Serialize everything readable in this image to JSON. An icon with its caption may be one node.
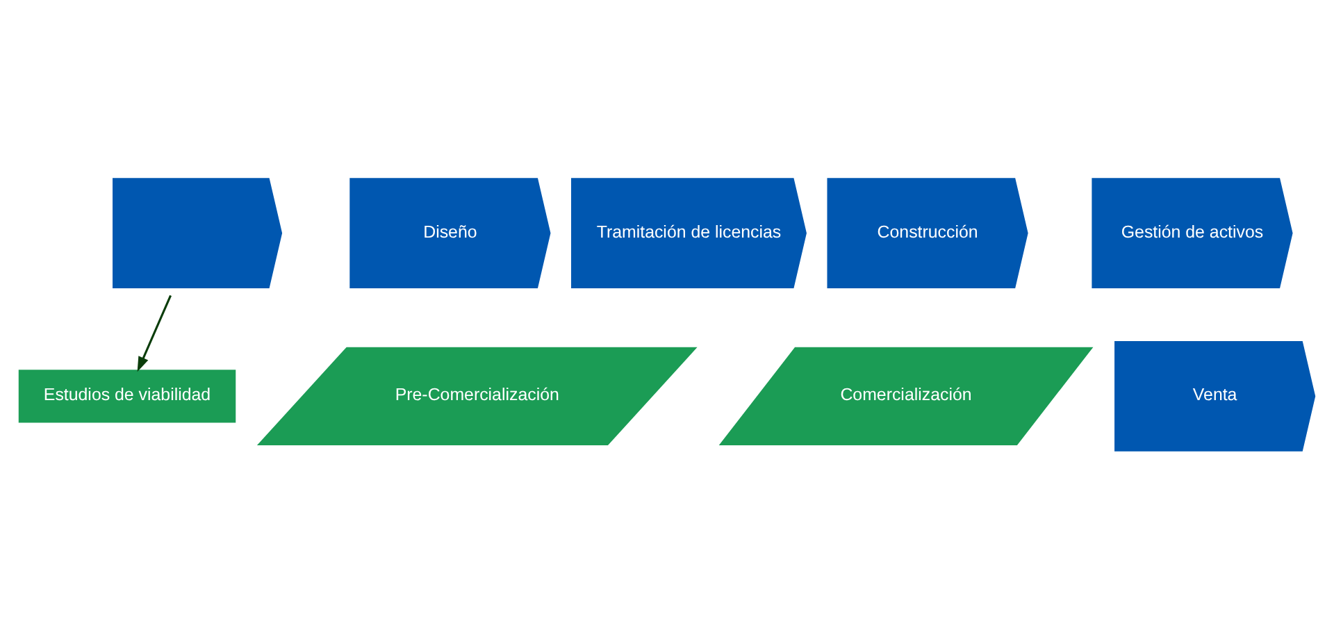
{
  "diagram": {
    "nodes": [
      {
        "text": [],
        "shape": "chevron"
      },
      {
        "text": [
          "Diseño"
        ]
      },
      {
        "text": [
          "Pre-Comercialización"
        ]
      },
      {
        "text": [
          "Tramitación de licencias"
        ]
      },
      {
        "text": [
          "Construcción"
        ]
      },
      {
        "text": [
          "Comercialización"
        ]
      },
      {
        "text": [
          "Gestión de activos"
        ]
      },
      {
        "text": [
          "Venta"
        ]
      },
      {
        "text": [
          "Estudios de viabilidad"
        ]
      }
    ],
    "edges": [
      {
        "from": 0,
        "to": 8,
        "arrow": "to",
        "color": "#0b3d0b"
      }
    ]
  }
}
